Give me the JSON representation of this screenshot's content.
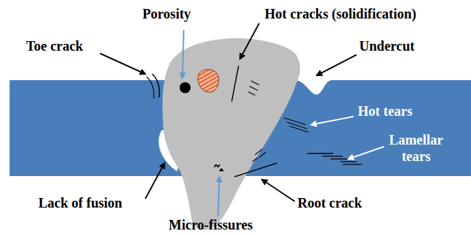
{
  "diagram": {
    "labels": [
      "Porosity",
      "Hot cracks (solidification)",
      "Toe crack",
      "Undercut",
      "Hot tears",
      "Lamellar tears",
      "Lack of fusion",
      "Root crack",
      "Micro-fissures"
    ]
  }
}
